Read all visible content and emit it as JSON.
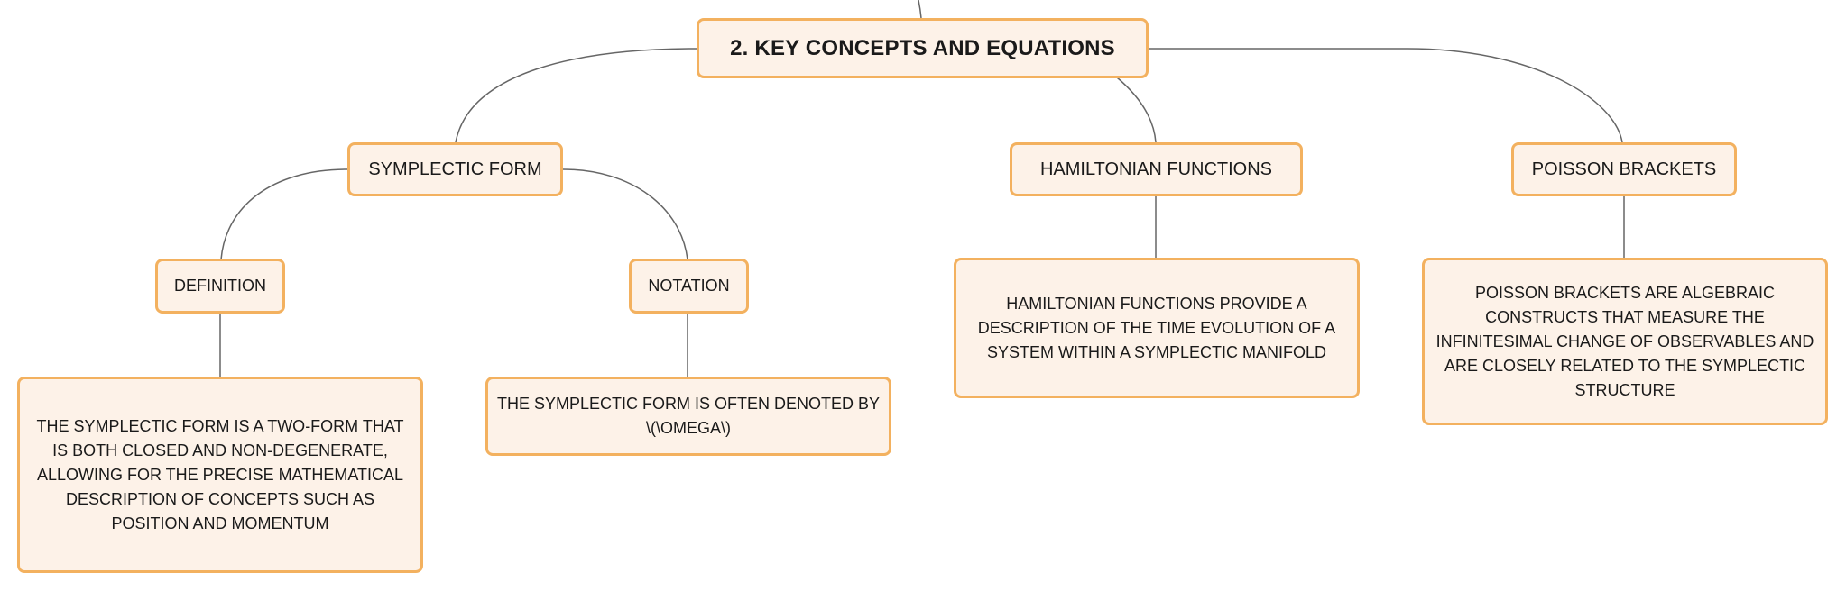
{
  "colors": {
    "node_fill": "#fdf2e8",
    "node_border": "#f3b15f",
    "connector": "#666666",
    "text": "#1a1a1a"
  },
  "root": {
    "label": "2. KEY CONCEPTS AND EQUATIONS"
  },
  "symplectic_form": {
    "label": "SYMPLECTIC FORM",
    "definition": {
      "label": "DEFINITION",
      "text": "THE SYMPLECTIC FORM IS A TWO-FORM THAT IS BOTH CLOSED AND NON-DEGENERATE, ALLOWING FOR THE PRECISE MATHEMATICAL DESCRIPTION OF CONCEPTS SUCH AS POSITION AND MOMENTUM"
    },
    "notation": {
      "label": "NOTATION",
      "text": "THE SYMPLECTIC FORM IS OFTEN DENOTED BY \\(\\OMEGA\\)"
    }
  },
  "hamiltonian_functions": {
    "label": "HAMILTONIAN FUNCTIONS",
    "text": "HAMILTONIAN FUNCTIONS PROVIDE A DESCRIPTION OF THE TIME EVOLUTION OF A SYSTEM WITHIN A SYMPLECTIC MANIFOLD"
  },
  "poisson_brackets": {
    "label": "POISSON BRACKETS",
    "text": "POISSON BRACKETS ARE ALGEBRAIC CONSTRUCTS THAT MEASURE THE INFINITESIMAL CHANGE OF OBSERVABLES AND ARE CLOSELY RELATED TO THE SYMPLECTIC STRUCTURE"
  }
}
